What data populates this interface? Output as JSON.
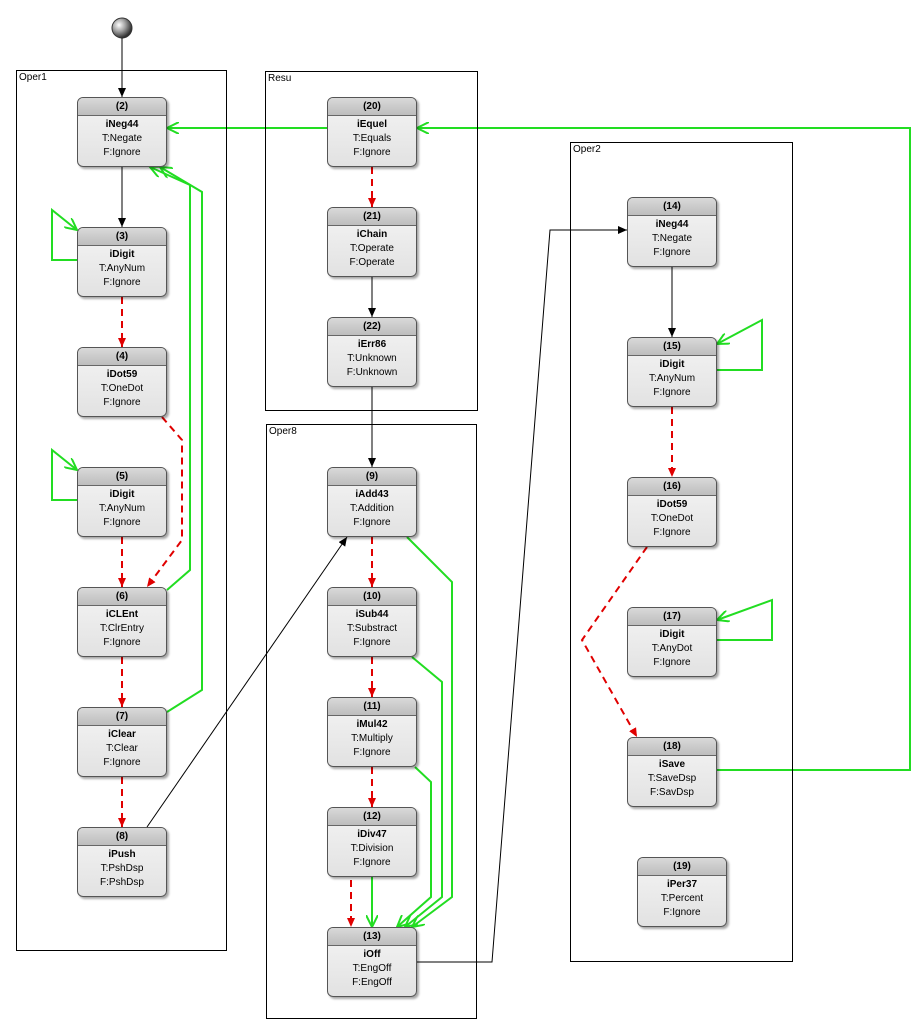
{
  "groups": [
    {
      "id": "oper1",
      "label": "Oper1"
    },
    {
      "id": "resu",
      "label": "Resu"
    },
    {
      "id": "oper8",
      "label": "Oper8"
    },
    {
      "id": "oper2",
      "label": "Oper2"
    }
  ],
  "nodes": {
    "n2": {
      "num": "(2)",
      "name": "iNeg44",
      "t": "T:Negate",
      "f": "F:Ignore"
    },
    "n3": {
      "num": "(3)",
      "name": "iDigit",
      "t": "T:AnyNum",
      "f": "F:Ignore"
    },
    "n4": {
      "num": "(4)",
      "name": "iDot59",
      "t": "T:OneDot",
      "f": "F:Ignore"
    },
    "n5": {
      "num": "(5)",
      "name": "iDigit",
      "t": "T:AnyNum",
      "f": "F:Ignore"
    },
    "n6": {
      "num": "(6)",
      "name": "iCLEnt",
      "t": "T:ClrEntry",
      "f": "F:Ignore"
    },
    "n7": {
      "num": "(7)",
      "name": "iClear",
      "t": "T:Clear",
      "f": "F:Ignore"
    },
    "n8": {
      "num": "(8)",
      "name": "iPush",
      "t": "T:PshDsp",
      "f": "F:PshDsp"
    },
    "n20": {
      "num": "(20)",
      "name": "iEquel",
      "t": "T:Equals",
      "f": "F:Ignore"
    },
    "n21": {
      "num": "(21)",
      "name": "iChain",
      "t": "T:Operate",
      "f": "F:Operate"
    },
    "n22": {
      "num": "(22)",
      "name": "iErr86",
      "t": "T:Unknown",
      "f": "F:Unknown"
    },
    "n9": {
      "num": "(9)",
      "name": "iAdd43",
      "t": "T:Addition",
      "f": "F:Ignore"
    },
    "n10": {
      "num": "(10)",
      "name": "iSub44",
      "t": "T:Substract",
      "f": "F:Ignore"
    },
    "n11": {
      "num": "(11)",
      "name": "iMul42",
      "t": "T:Multiply",
      "f": "F:Ignore"
    },
    "n12": {
      "num": "(12)",
      "name": "iDiv47",
      "t": "T:Division",
      "f": "F:Ignore"
    },
    "n13": {
      "num": "(13)",
      "name": "iOff",
      "t": "T:EngOff",
      "f": "F:EngOff"
    },
    "n14": {
      "num": "(14)",
      "name": "iNeg44",
      "t": "T:Negate",
      "f": "F:Ignore"
    },
    "n15": {
      "num": "(15)",
      "name": "iDigit",
      "t": "T:AnyNum",
      "f": "F:Ignore"
    },
    "n16": {
      "num": "(16)",
      "name": "iDot59",
      "t": "T:OneDot",
      "f": "F:Ignore"
    },
    "n17": {
      "num": "(17)",
      "name": "iDigit",
      "t": "T:AnyDot",
      "f": "F:Ignore"
    },
    "n18": {
      "num": "(18)",
      "name": "iSave",
      "t": "T:SaveDsp",
      "f": "F:SavDsp"
    },
    "n19": {
      "num": "(19)",
      "name": "iPer37",
      "t": "T:Percent",
      "f": "F:Ignore"
    }
  },
  "colors": {
    "black_edge": "#000000",
    "red_edge": "#e00000",
    "green_edge": "#22dd22"
  }
}
